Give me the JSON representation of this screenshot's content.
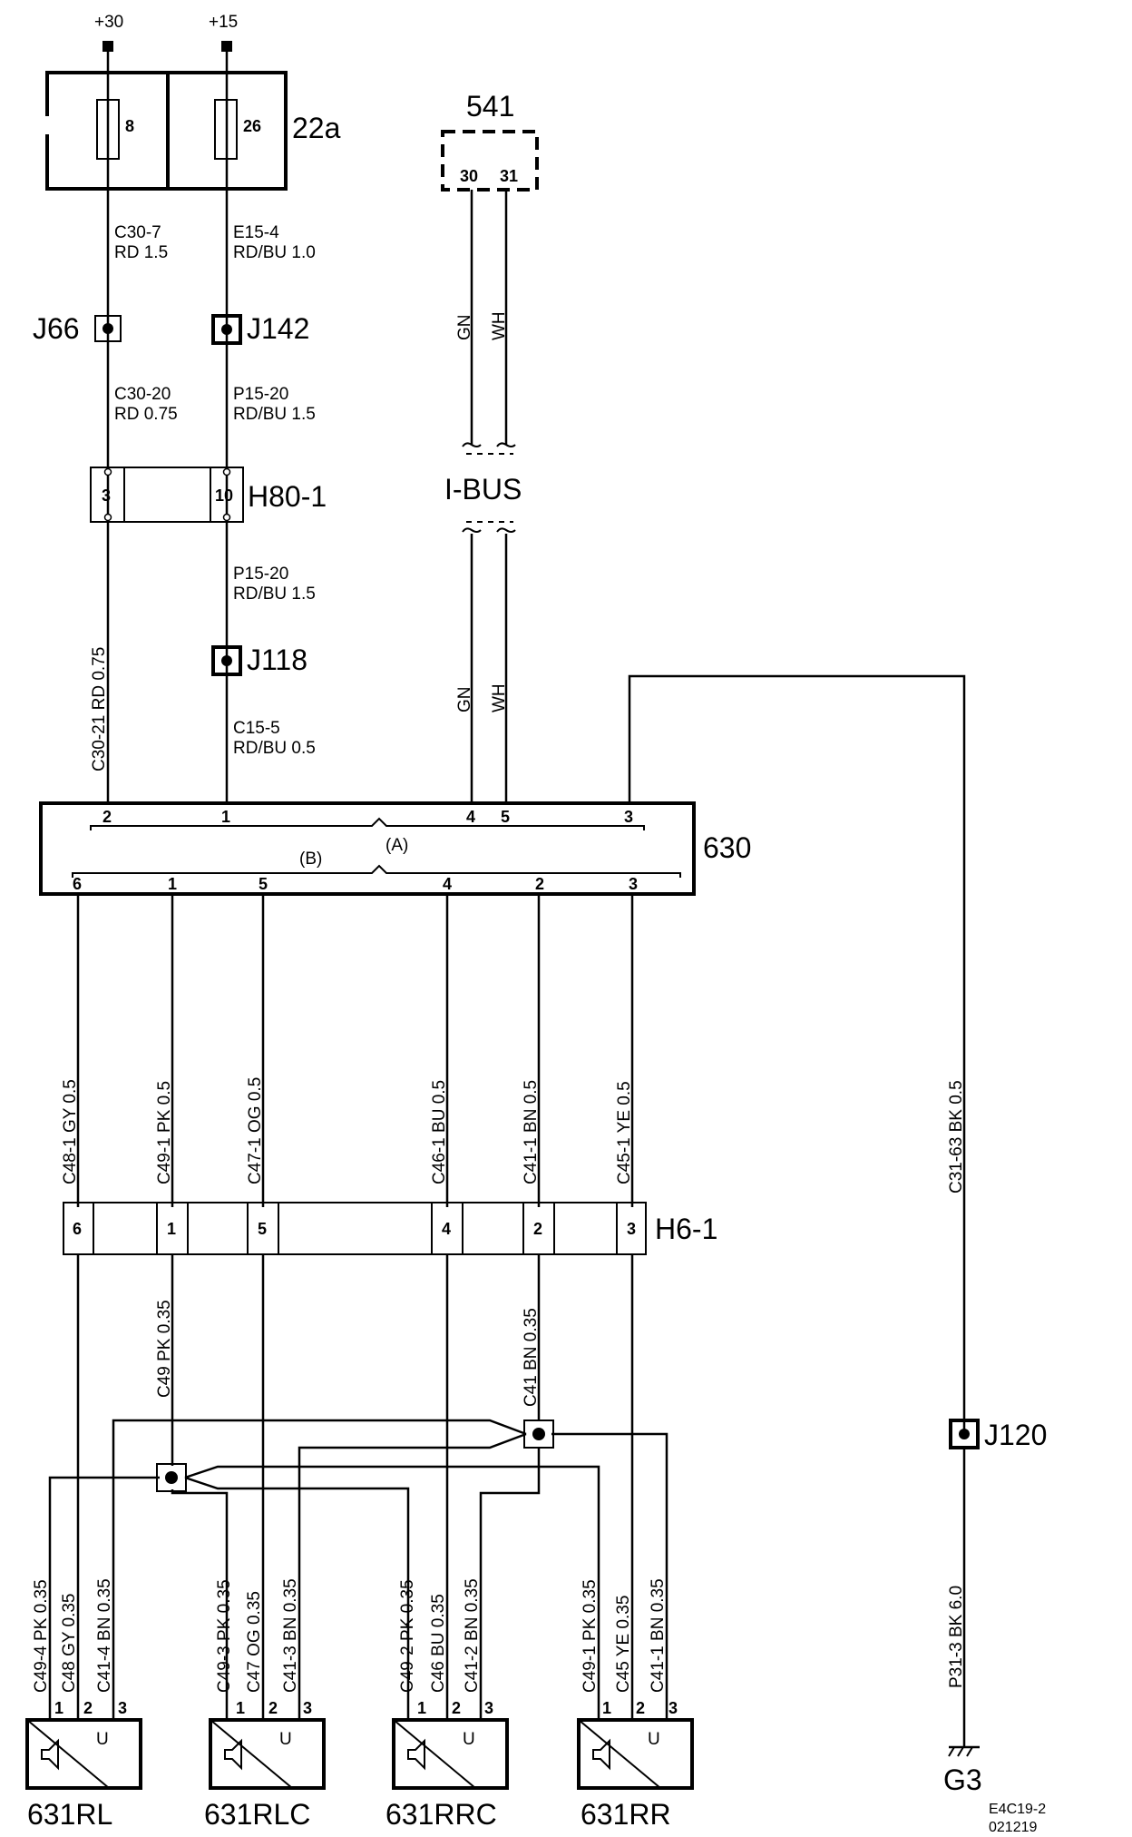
{
  "supply": {
    "plus30": "+30",
    "plus15": "+15"
  },
  "fusebox": {
    "name": "22a",
    "fuse1": "8",
    "fuse2": "26"
  },
  "module541": {
    "name": "541",
    "pin30": "30",
    "pin31": "31"
  },
  "wires": {
    "c30_7": {
      "id": "C30-7",
      "spec": "RD  1.5"
    },
    "e15_4": {
      "id": "E15-4",
      "spec": "RD/BU  1.0"
    },
    "c30_20": {
      "id": "C30-20",
      "spec": "RD  0.75"
    },
    "p15_20a": {
      "id": "P15-20",
      "spec": "RD/BU  1.5"
    },
    "p15_20b": {
      "id": "P15-20",
      "spec": "RD/BU  1.5"
    },
    "c15_5": {
      "id": "C15-5",
      "spec": "RD/BU  0.5"
    },
    "c30_21": "C30-21  RD  0.75",
    "gn": "GN",
    "wh": "WH",
    "c48_1": "C48-1  GY  0.5",
    "c49_1": "C49-1  PK  0.5",
    "c47_1": "C47-1  OG  0.5",
    "c46_1": "C46-1  BU  0.5",
    "c41_1": "C41-1  BN  0.5",
    "c45_1": "C45-1  YE  0.5",
    "c31_63": "C31-63  BK  0.5",
    "c49": "C49  PK  0.35",
    "c41": "C41  BN  0.35",
    "p31_3": "P31-3  BK  6.0",
    "rl": [
      "C49-4  PK  0.35",
      "C48  GY  0.35",
      "C41-4  BN  0.35"
    ],
    "rlc": [
      "C49-3  PK  0.35",
      "C47  OG  0.35",
      "C41-3  BN  0.35"
    ],
    "rrc": [
      "C49-2  PK  0.35",
      "C46  BU  0.35",
      "C41-2  BN  0.35"
    ],
    "rr": [
      "C49-1  PK  0.35",
      "C45  YE  0.35",
      "C41-1  BN  0.35"
    ]
  },
  "junctions": {
    "j66": "J66",
    "j142": "J142",
    "j118": "J118",
    "j120": "J120"
  },
  "connector_h80": {
    "name": "H80-1",
    "pin_a": "3",
    "pin_b": "10"
  },
  "bus": "I-BUS",
  "module630": {
    "name": "630",
    "group_a": "(A)",
    "group_b": "(B)",
    "pins_a": [
      "2",
      "1",
      "4",
      "5",
      "3"
    ],
    "pins_b": [
      "6",
      "1",
      "5",
      "4",
      "2",
      "3"
    ]
  },
  "connector_h6": {
    "name": "H6-1",
    "pins": [
      "6",
      "1",
      "5",
      "4",
      "2",
      "3"
    ]
  },
  "speakers": {
    "names": [
      "631RL",
      "631RLC",
      "631RRC",
      "631RR"
    ],
    "pin_labels": [
      "1",
      "2",
      "3"
    ],
    "u": "U"
  },
  "ground": "G3",
  "doc": {
    "code": "E4C19-2",
    "date": "021219"
  }
}
